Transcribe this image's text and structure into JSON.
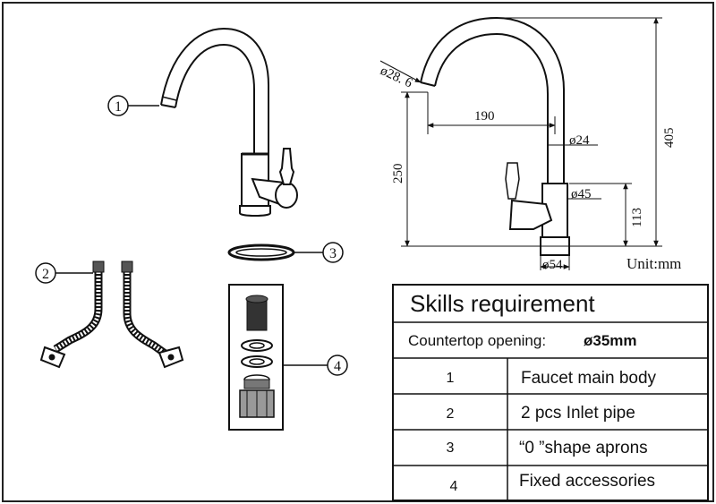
{
  "callouts": [
    "1",
    "2",
    "3",
    "4"
  ],
  "dimensions": {
    "spout_diameter": "ø28. 6",
    "reach": "190",
    "total_height": "405",
    "spout_height": "250",
    "tube_diameter": "ø24",
    "body_diameter": "ø45",
    "body_height": "113",
    "base_diameter": "ø54"
  },
  "unit_label": "Unit:mm",
  "table": {
    "title": "Skills requirement",
    "opening_label": "Countertop opening:",
    "opening_value": "ø35mm",
    "rows": [
      {
        "index": "1",
        "text": "Faucet main body"
      },
      {
        "index": "2",
        "text": "2 pcs Inlet pipe"
      },
      {
        "index": "3",
        "text": "“0 ”shape aprons"
      },
      {
        "index": "4",
        "text": "Fixed accessories"
      }
    ]
  }
}
